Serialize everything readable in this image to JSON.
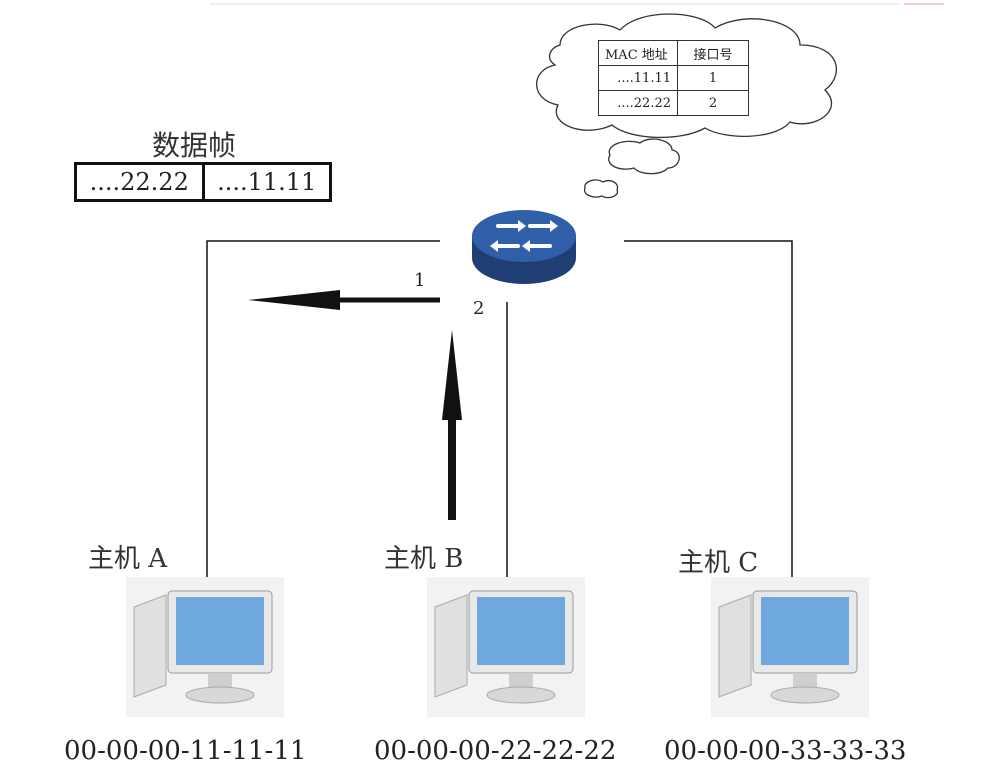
{
  "frame": {
    "title": "数据帧",
    "dest_mac": "....22.22",
    "src_mac": "....11.11"
  },
  "mac_table": {
    "headers": [
      "MAC 地址",
      "接口号"
    ],
    "rows": [
      {
        "mac": "....11.11",
        "port": "1"
      },
      {
        "mac": "....22.22",
        "port": "2"
      }
    ]
  },
  "switch": {
    "port1_label": "1",
    "port2_label": "2"
  },
  "hosts": [
    {
      "label": "主机 A",
      "mac": "00-00-00-11-11-11"
    },
    {
      "label": "主机 B",
      "mac": "00-00-00-22-22-22"
    },
    {
      "label": "主机 C",
      "mac": "00-00-00-33-33-33"
    }
  ],
  "colors": {
    "switch_blue": "#2f5fa8",
    "screen_blue": "#6ea8dc"
  }
}
